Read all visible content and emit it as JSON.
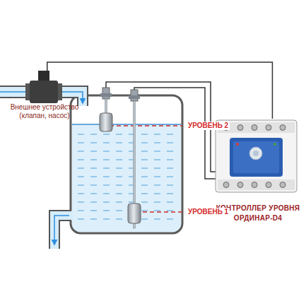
{
  "diagram": {
    "nodes": [
      {
        "text": [
          "Внешнее устройство (клапан, насос)"
        ]
      },
      {
        "text": [
          "КОНТРОЛЛЕР УРОВНЯ ОРДИНАР-D4"
        ]
      }
    ],
    "edges": [
      {
        "from": 0,
        "to": 1,
        "arrow": "none"
      }
    ],
    "labels": [
      "УРОВЕНЬ 2",
      "УРОВЕНЬ 1"
    ]
  }
}
